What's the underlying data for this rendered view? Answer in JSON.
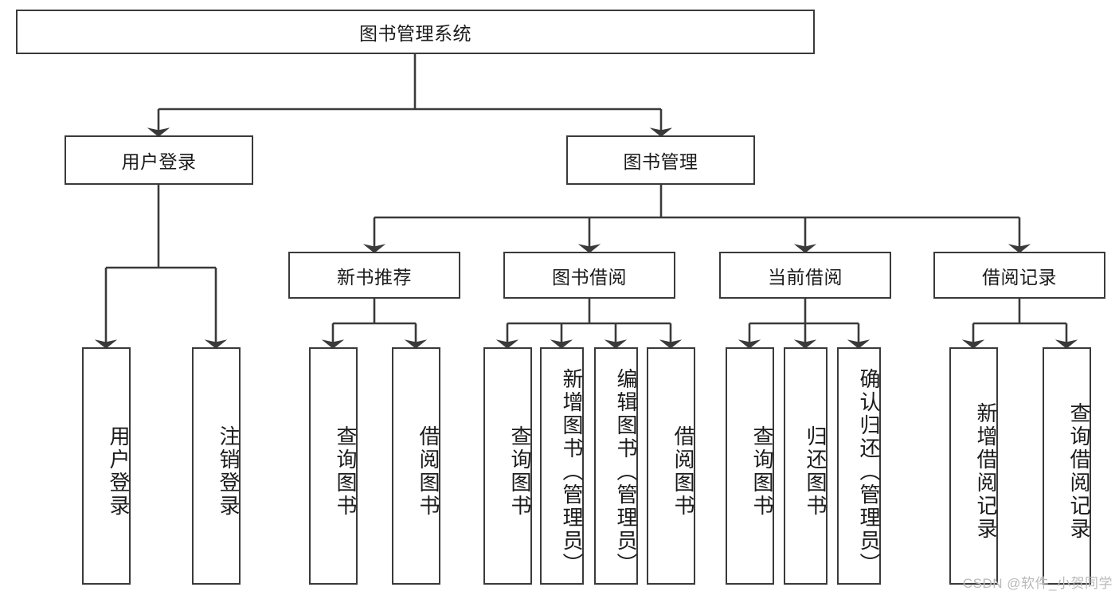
{
  "diagram": {
    "title": "图书管理系统",
    "type": "hierarchy-tree",
    "root": {
      "id": "root",
      "label": "图书管理系统"
    },
    "level2": [
      {
        "id": "user-login",
        "label": "用户登录"
      },
      {
        "id": "book-manage",
        "label": "图书管理"
      }
    ],
    "level3": [
      {
        "id": "new-book-recommend",
        "label": "新书推荐"
      },
      {
        "id": "book-borrow",
        "label": "图书借阅"
      },
      {
        "id": "current-borrow",
        "label": "当前借阅"
      },
      {
        "id": "borrow-record",
        "label": "借阅记录"
      }
    ],
    "leaves": {
      "user_login": [
        {
          "id": "leaf-user-login",
          "label": "用户登录"
        },
        {
          "id": "leaf-logout-login",
          "label": "注销登录"
        }
      ],
      "new_book_recommend": [
        {
          "id": "leaf-query-book-1",
          "label": "查询图书"
        },
        {
          "id": "leaf-borrow-book-1",
          "label": "借阅图书"
        }
      ],
      "book_borrow": [
        {
          "id": "leaf-query-book-2",
          "label": "查询图书"
        },
        {
          "id": "leaf-add-book",
          "label": "新增图书（管理员）"
        },
        {
          "id": "leaf-edit-book",
          "label": "编辑图书（管理员）"
        },
        {
          "id": "leaf-borrow-book-2",
          "label": "借阅图书"
        }
      ],
      "current_borrow": [
        {
          "id": "leaf-query-book-3",
          "label": "查询图书"
        },
        {
          "id": "leaf-return-book",
          "label": "归还图书"
        },
        {
          "id": "leaf-confirm-return",
          "label": "确认归还（管理员）"
        }
      ],
      "borrow_record": [
        {
          "id": "leaf-add-record",
          "label": "新增借阅记录"
        },
        {
          "id": "leaf-query-record",
          "label": "查询借阅记录"
        }
      ]
    }
  },
  "watermark": {
    "text": "CSDN @软件_小贺同学"
  },
  "colors": {
    "stroke": "#3a3a3a",
    "text": "#1b1b1b",
    "background": "#ffffff",
    "watermark": "#b9b9b9"
  }
}
